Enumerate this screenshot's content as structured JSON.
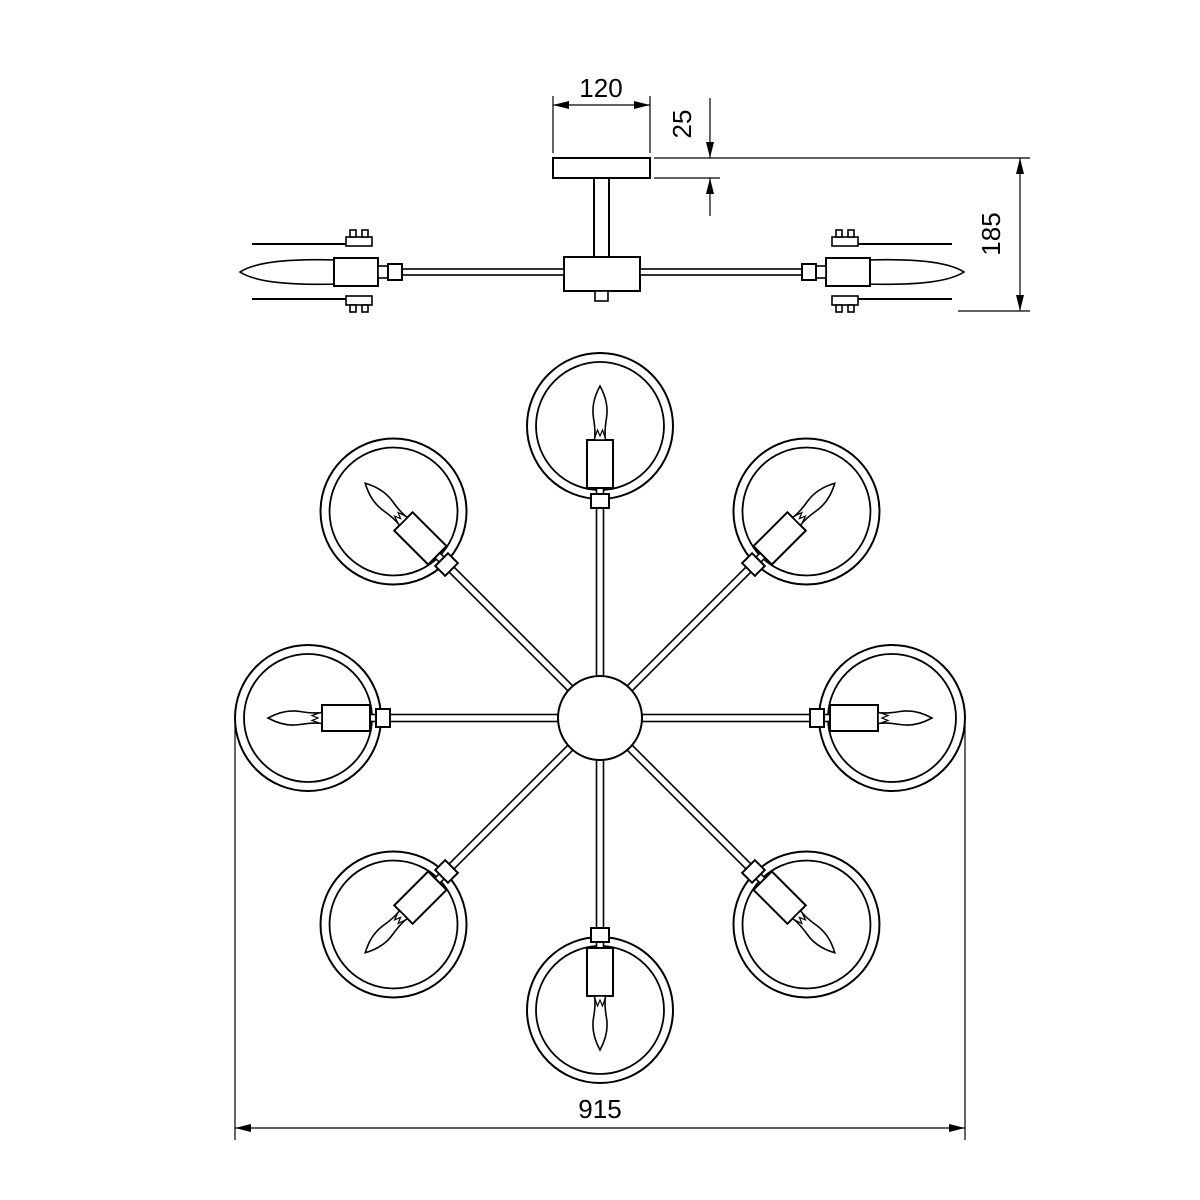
{
  "page": {
    "background": "#ffffff",
    "line_color": "#000000"
  },
  "diagram": {
    "type": "technical-drawing",
    "subject": "8-arm ceiling chandelier: side elevation (top) and plan view (bottom)",
    "arm_count": 8,
    "labels": {
      "canopy_width": "120",
      "canopy_height": "25",
      "fixture_height": "185",
      "fixture_diameter": "915"
    }
  }
}
